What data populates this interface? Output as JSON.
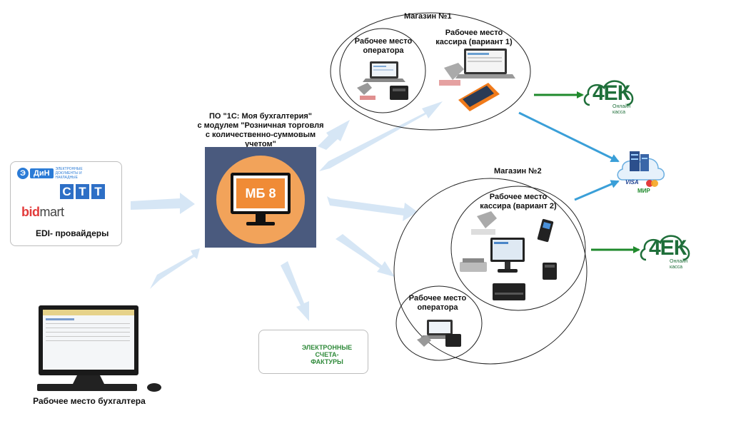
{
  "center": {
    "caption_line1": "ПО \"1С: Моя бухгалтерия\"",
    "caption_line2": "с модулем \"Розничная торговля",
    "caption_line3": "с количественно-суммовым",
    "caption_line4": "учетом\"",
    "screen_label": "МБ 8"
  },
  "edi": {
    "label": "EDI- провайдеры",
    "logo1_letter": "Э",
    "logo1_name": "ДиН",
    "logo1_sub": "ЭЛЕКТРОННЫЕ ДОКУМЕНТЫ И НАКЛАДНЫЕ",
    "logo2": [
      "С",
      "Т",
      "Т"
    ],
    "logo3_part1": "bid",
    "logo3_part2": "mart"
  },
  "shop1": {
    "title": "Магазин №1",
    "operator_line1": "Рабочее место",
    "operator_line2": "оператора",
    "cashier_line1": "Рабочее место",
    "cashier_line2": "кассира (вариант 1)"
  },
  "shop2": {
    "title": "Магазин №2",
    "cashier_line1": "Рабочее место",
    "cashier_line2": "кассира (вариант 2)",
    "operator_line1": "Рабочее место",
    "operator_line2": "оператора"
  },
  "online_kassa": {
    "logo_text": "4ЕК",
    "sub_line1": "Онлайн",
    "sub_line2": "касса"
  },
  "payment": {
    "visa": "VISA",
    "mir": "МИР"
  },
  "evat": {
    "line1": "ЭЛЕКТРОННЫЕ СЧЕТА-",
    "line2": "ФАКТУРЫ"
  },
  "accountant": {
    "label": "Рабочее место бухгалтера"
  },
  "colors": {
    "flow_arrow": "#d6e6f5",
    "blue_arrow": "#3a9fd8",
    "green_arrow": "#1f8a2c",
    "center_card": "#4a5a7e",
    "center_disc": "#f2a35a",
    "kassa_green": "#1f6f3a"
  }
}
